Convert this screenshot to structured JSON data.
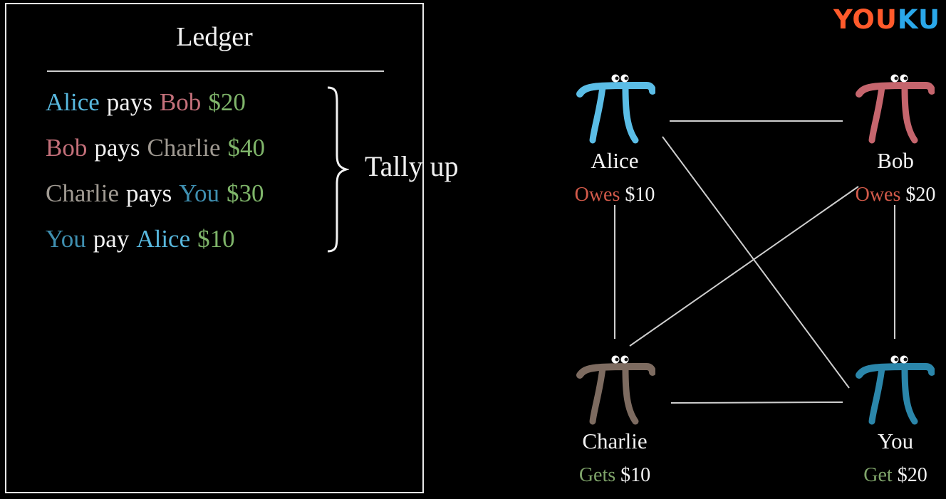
{
  "ledger": {
    "title": "Ledger",
    "entries": [
      [
        {
          "text": "Alice",
          "color": "#58b8de"
        },
        {
          "text": "pays",
          "color": "#f2f2f2"
        },
        {
          "text": "Bob",
          "color": "#c4707a"
        },
        {
          "text": "$20",
          "color": "#7fb56a"
        }
      ],
      [
        {
          "text": "Bob",
          "color": "#c4707a"
        },
        {
          "text": "pays",
          "color": "#f2f2f2"
        },
        {
          "text": "Charlie",
          "color": "#a09a92"
        },
        {
          "text": "$40",
          "color": "#7fb56a"
        }
      ],
      [
        {
          "text": "Charlie",
          "color": "#a09a92"
        },
        {
          "text": "pays",
          "color": "#f2f2f2"
        },
        {
          "text": "You",
          "color": "#3f8fb0"
        },
        {
          "text": "$30",
          "color": "#7fb56a"
        }
      ],
      [
        {
          "text": "You",
          "color": "#3f8fb0"
        },
        {
          "text": "pay",
          "color": "#f2f2f2"
        },
        {
          "text": "Alice",
          "color": "#58b8de"
        },
        {
          "text": "$10",
          "color": "#7fb56a"
        }
      ]
    ]
  },
  "tally_label": "Tally up",
  "brand": {
    "text_a": "YOU",
    "text_b": "KU",
    "color_a": "#ff5a2b",
    "color_b": "#2aa8ea"
  },
  "nodes": [
    {
      "name": "Alice",
      "status": "Owes",
      "amount": "$10",
      "pi_color": "#5bbde6",
      "status_color": "#d35a4a"
    },
    {
      "name": "Bob",
      "status": "Owes",
      "amount": "$20",
      "pi_color": "#c5656d",
      "status_color": "#d35a4a"
    },
    {
      "name": "Charlie",
      "status": "Gets",
      "amount": "$10",
      "pi_color": "#7d6b60",
      "status_color": "#7fa46a"
    },
    {
      "name": "You",
      "status": "Get",
      "amount": "$20",
      "pi_color": "#2b86aa",
      "status_color": "#7fa46a"
    }
  ]
}
